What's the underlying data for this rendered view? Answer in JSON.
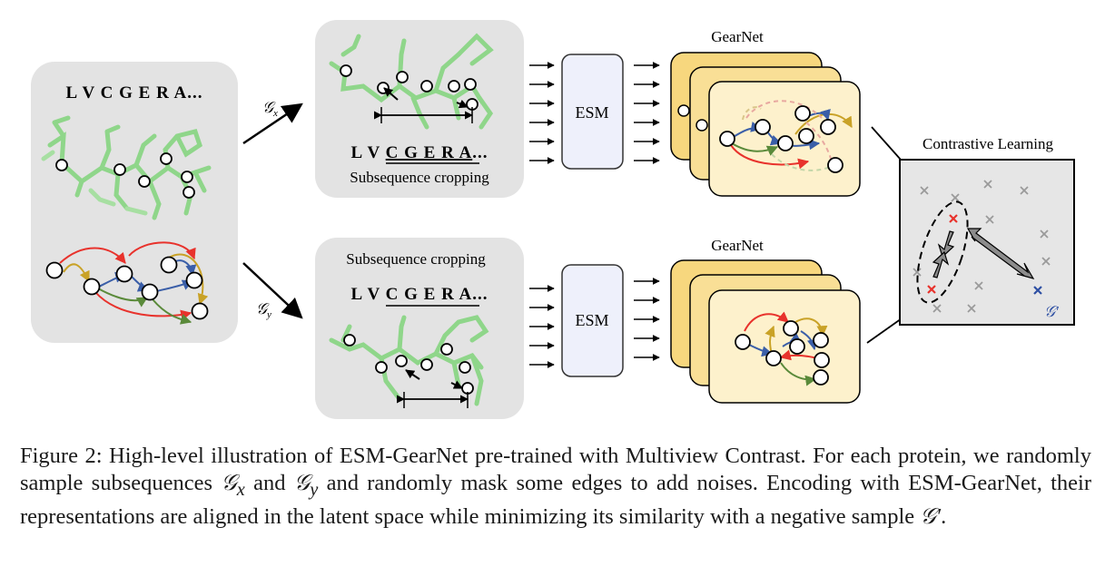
{
  "sequence_full": "L V C G E R A...",
  "seq_top": {
    "pre": "L V ",
    "under": "C G E R A",
    "post": "..."
  },
  "seq_bottom": {
    "pre": "L V ",
    "under": "C G E R A",
    "post": "..."
  },
  "crop_label_top": "Subsequence cropping",
  "crop_label_bottom": "Subsequence cropping",
  "esm_top": "ESM",
  "esm_bottom": "ESM",
  "gearnet_top": "GearNet",
  "gearnet_bottom": "GearNet",
  "contrastive_title": "Contrastive Learning",
  "view_x_label": "𝒢",
  "view_x_sub": "x",
  "view_y_label": "𝒢",
  "view_y_sub": "y",
  "negative_label": "𝒢′",
  "caption_parts": {
    "p1": "Figure 2: High-level illustration of ESM-GearNet pre-trained with Multiview Contrast. For each protein, we randomly sample subsequences ",
    "gx": "𝒢",
    "gx_sub": "x",
    "p2": " and ",
    "gy": "𝒢",
    "gy_sub": "y",
    "p3": " and randomly mask some edges to add noises. Encoding with ESM-GearNet, their representations are aligned in the latent space while minimizing its similarity with a negative sample ",
    "gneg": "𝒢′",
    "p4": "."
  },
  "colors": {
    "panel": "#e3e3e3",
    "esm_fill": "#eef0fb",
    "card_back": "#f7d77e",
    "card_front": "#fdf1cc",
    "stick_green": "#8fd68a",
    "edge_red": "#e8322c",
    "edge_gold": "#c9a227",
    "edge_green": "#5a8a3a",
    "edge_blue": "#3a5ea8",
    "neg_blue": "#2d4fa3",
    "cross_gray": "#9a9a9a",
    "arrow_gray": "#8c8c8c"
  }
}
